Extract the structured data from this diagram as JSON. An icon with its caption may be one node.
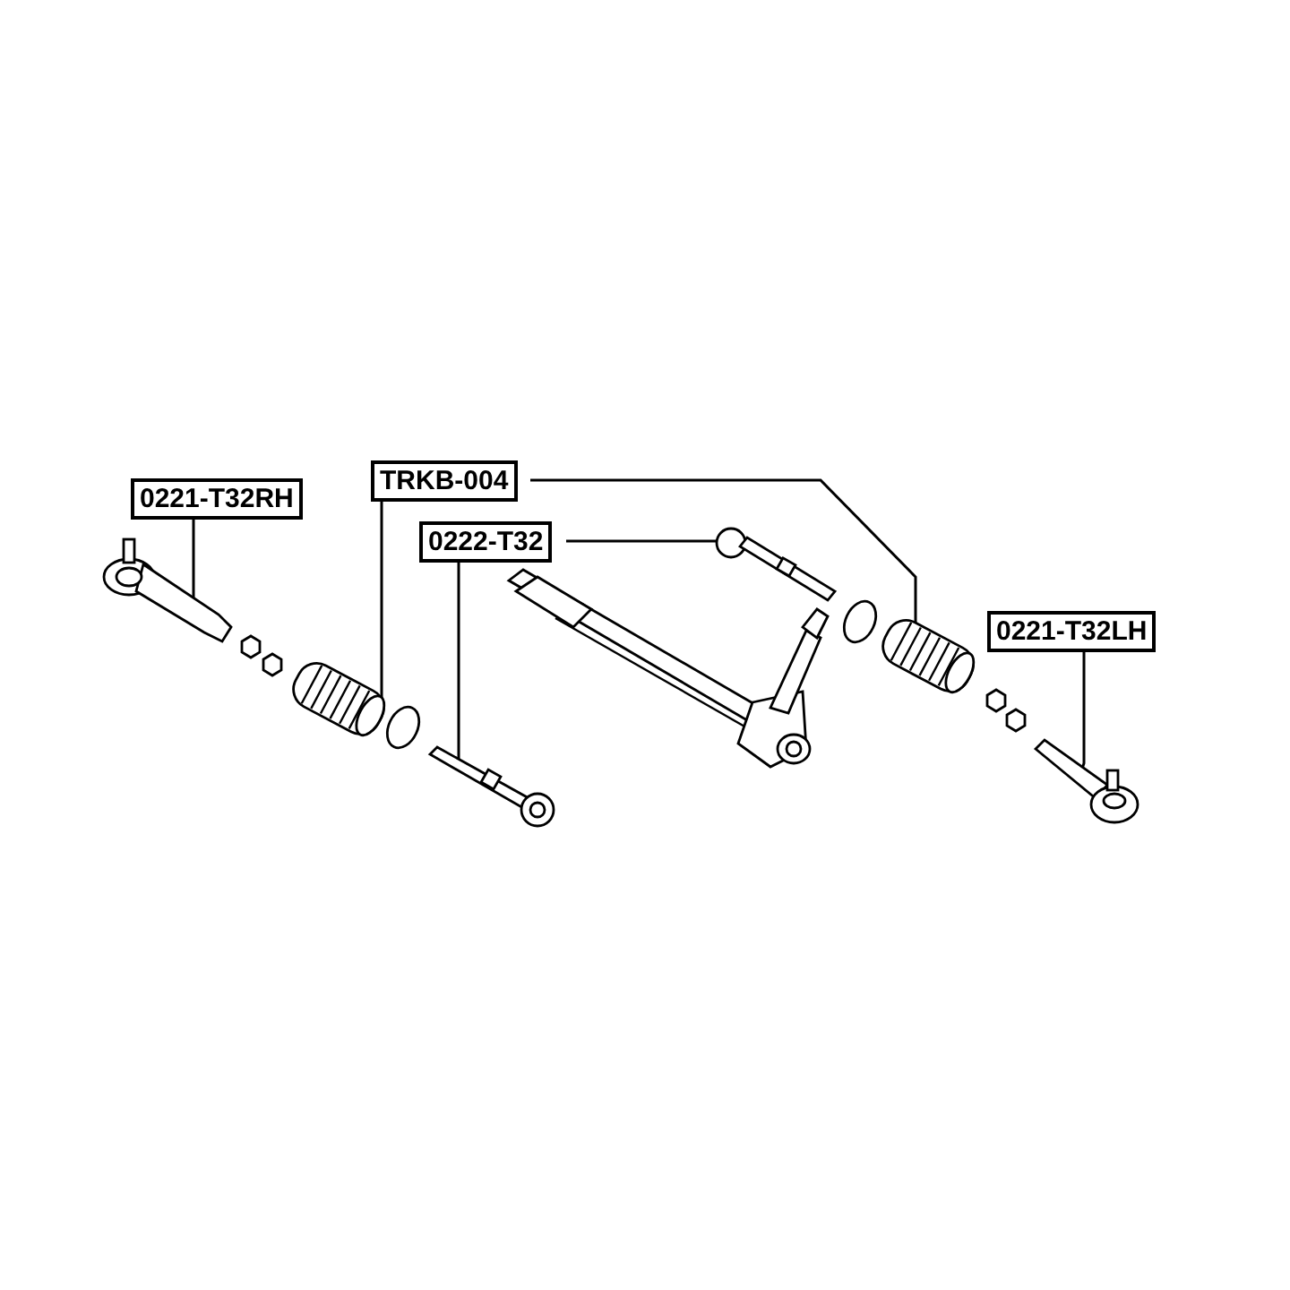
{
  "diagram": {
    "nodes": [
      {
        "text": [
          "0221-T32RH"
        ]
      },
      {
        "text": [
          "TRKB-004"
        ]
      },
      {
        "text": [
          "0222-T32"
        ]
      },
      {
        "text": [
          "0221-T32LH"
        ]
      },
      {
        "text": [],
        "shape": "picture"
      },
      {
        "text": [],
        "shape": "picture"
      },
      {
        "text": [],
        "shape": "picture"
      },
      {
        "text": [],
        "shape": "picture"
      },
      {
        "text": [],
        "shape": "picture"
      },
      {
        "text": [],
        "shape": "picture"
      }
    ],
    "edges": [
      {
        "from": 0,
        "to": 4,
        "arrow": "none"
      },
      {
        "from": 1,
        "to": 5,
        "arrow": "none"
      },
      {
        "from": 1,
        "to": 8,
        "arrow": "none"
      },
      {
        "from": 2,
        "to": 6,
        "arrow": "none"
      },
      {
        "from": 2,
        "to": 7,
        "arrow": "none"
      },
      {
        "from": 3,
        "to": 9,
        "arrow": "none"
      }
    ]
  }
}
